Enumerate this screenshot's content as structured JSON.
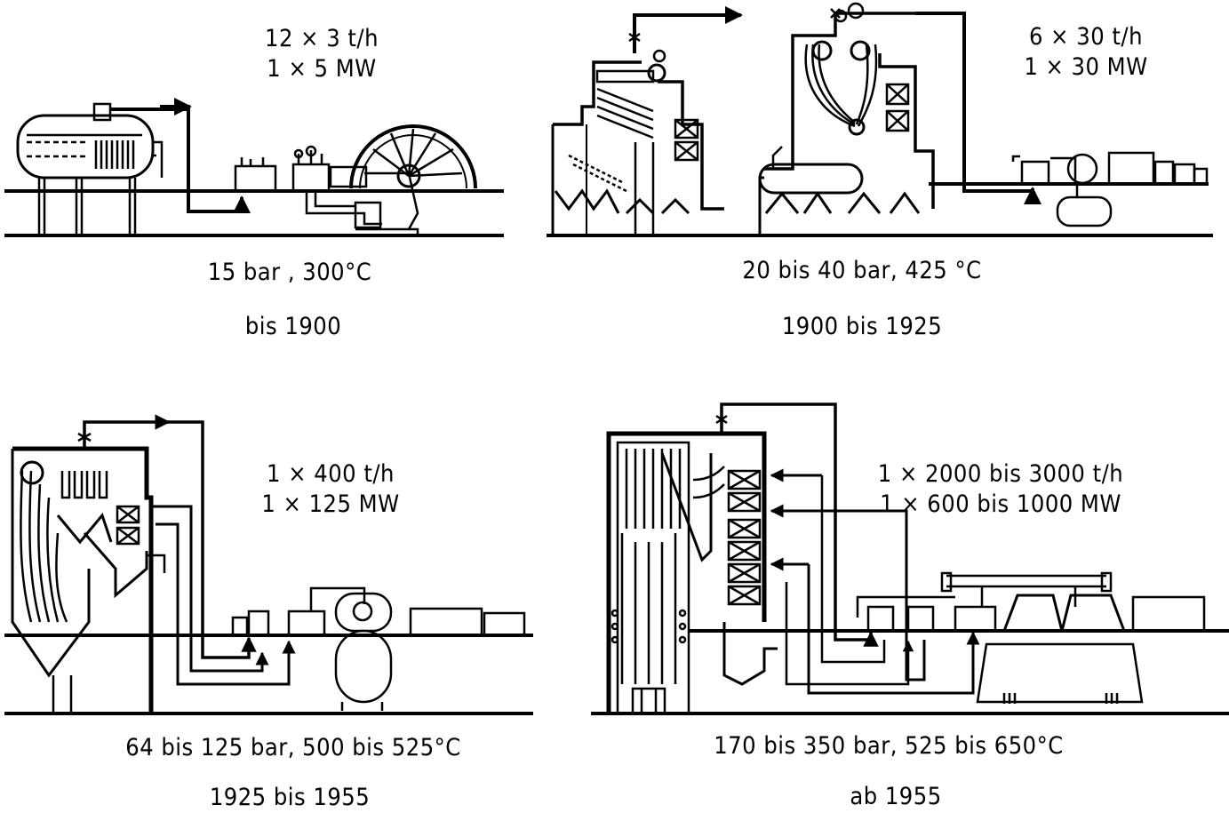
{
  "panels": [
    {
      "capacity": [
        "12 × 3 t/h",
        "1 × 5 MW"
      ],
      "conditions": "15 bar , 300°C",
      "era": "bis 1900"
    },
    {
      "capacity": [
        "6 × 30 t/h",
        "1 × 30 MW"
      ],
      "conditions": "20 bis 40 bar, 425 °C",
      "era": "1900 bis 1925"
    },
    {
      "capacity": [
        "1 × 400 t/h",
        "1 × 125 MW"
      ],
      "conditions": "64 bis 125 bar, 500 bis 525°C",
      "era": "1925 bis 1955"
    },
    {
      "capacity": [
        "1 × 2000 bis 3000 t/h",
        "1 × 600 bis 1000 MW"
      ],
      "conditions": "170 bis 350 bar, 525 bis 650°C",
      "era": "ab 1955"
    }
  ]
}
